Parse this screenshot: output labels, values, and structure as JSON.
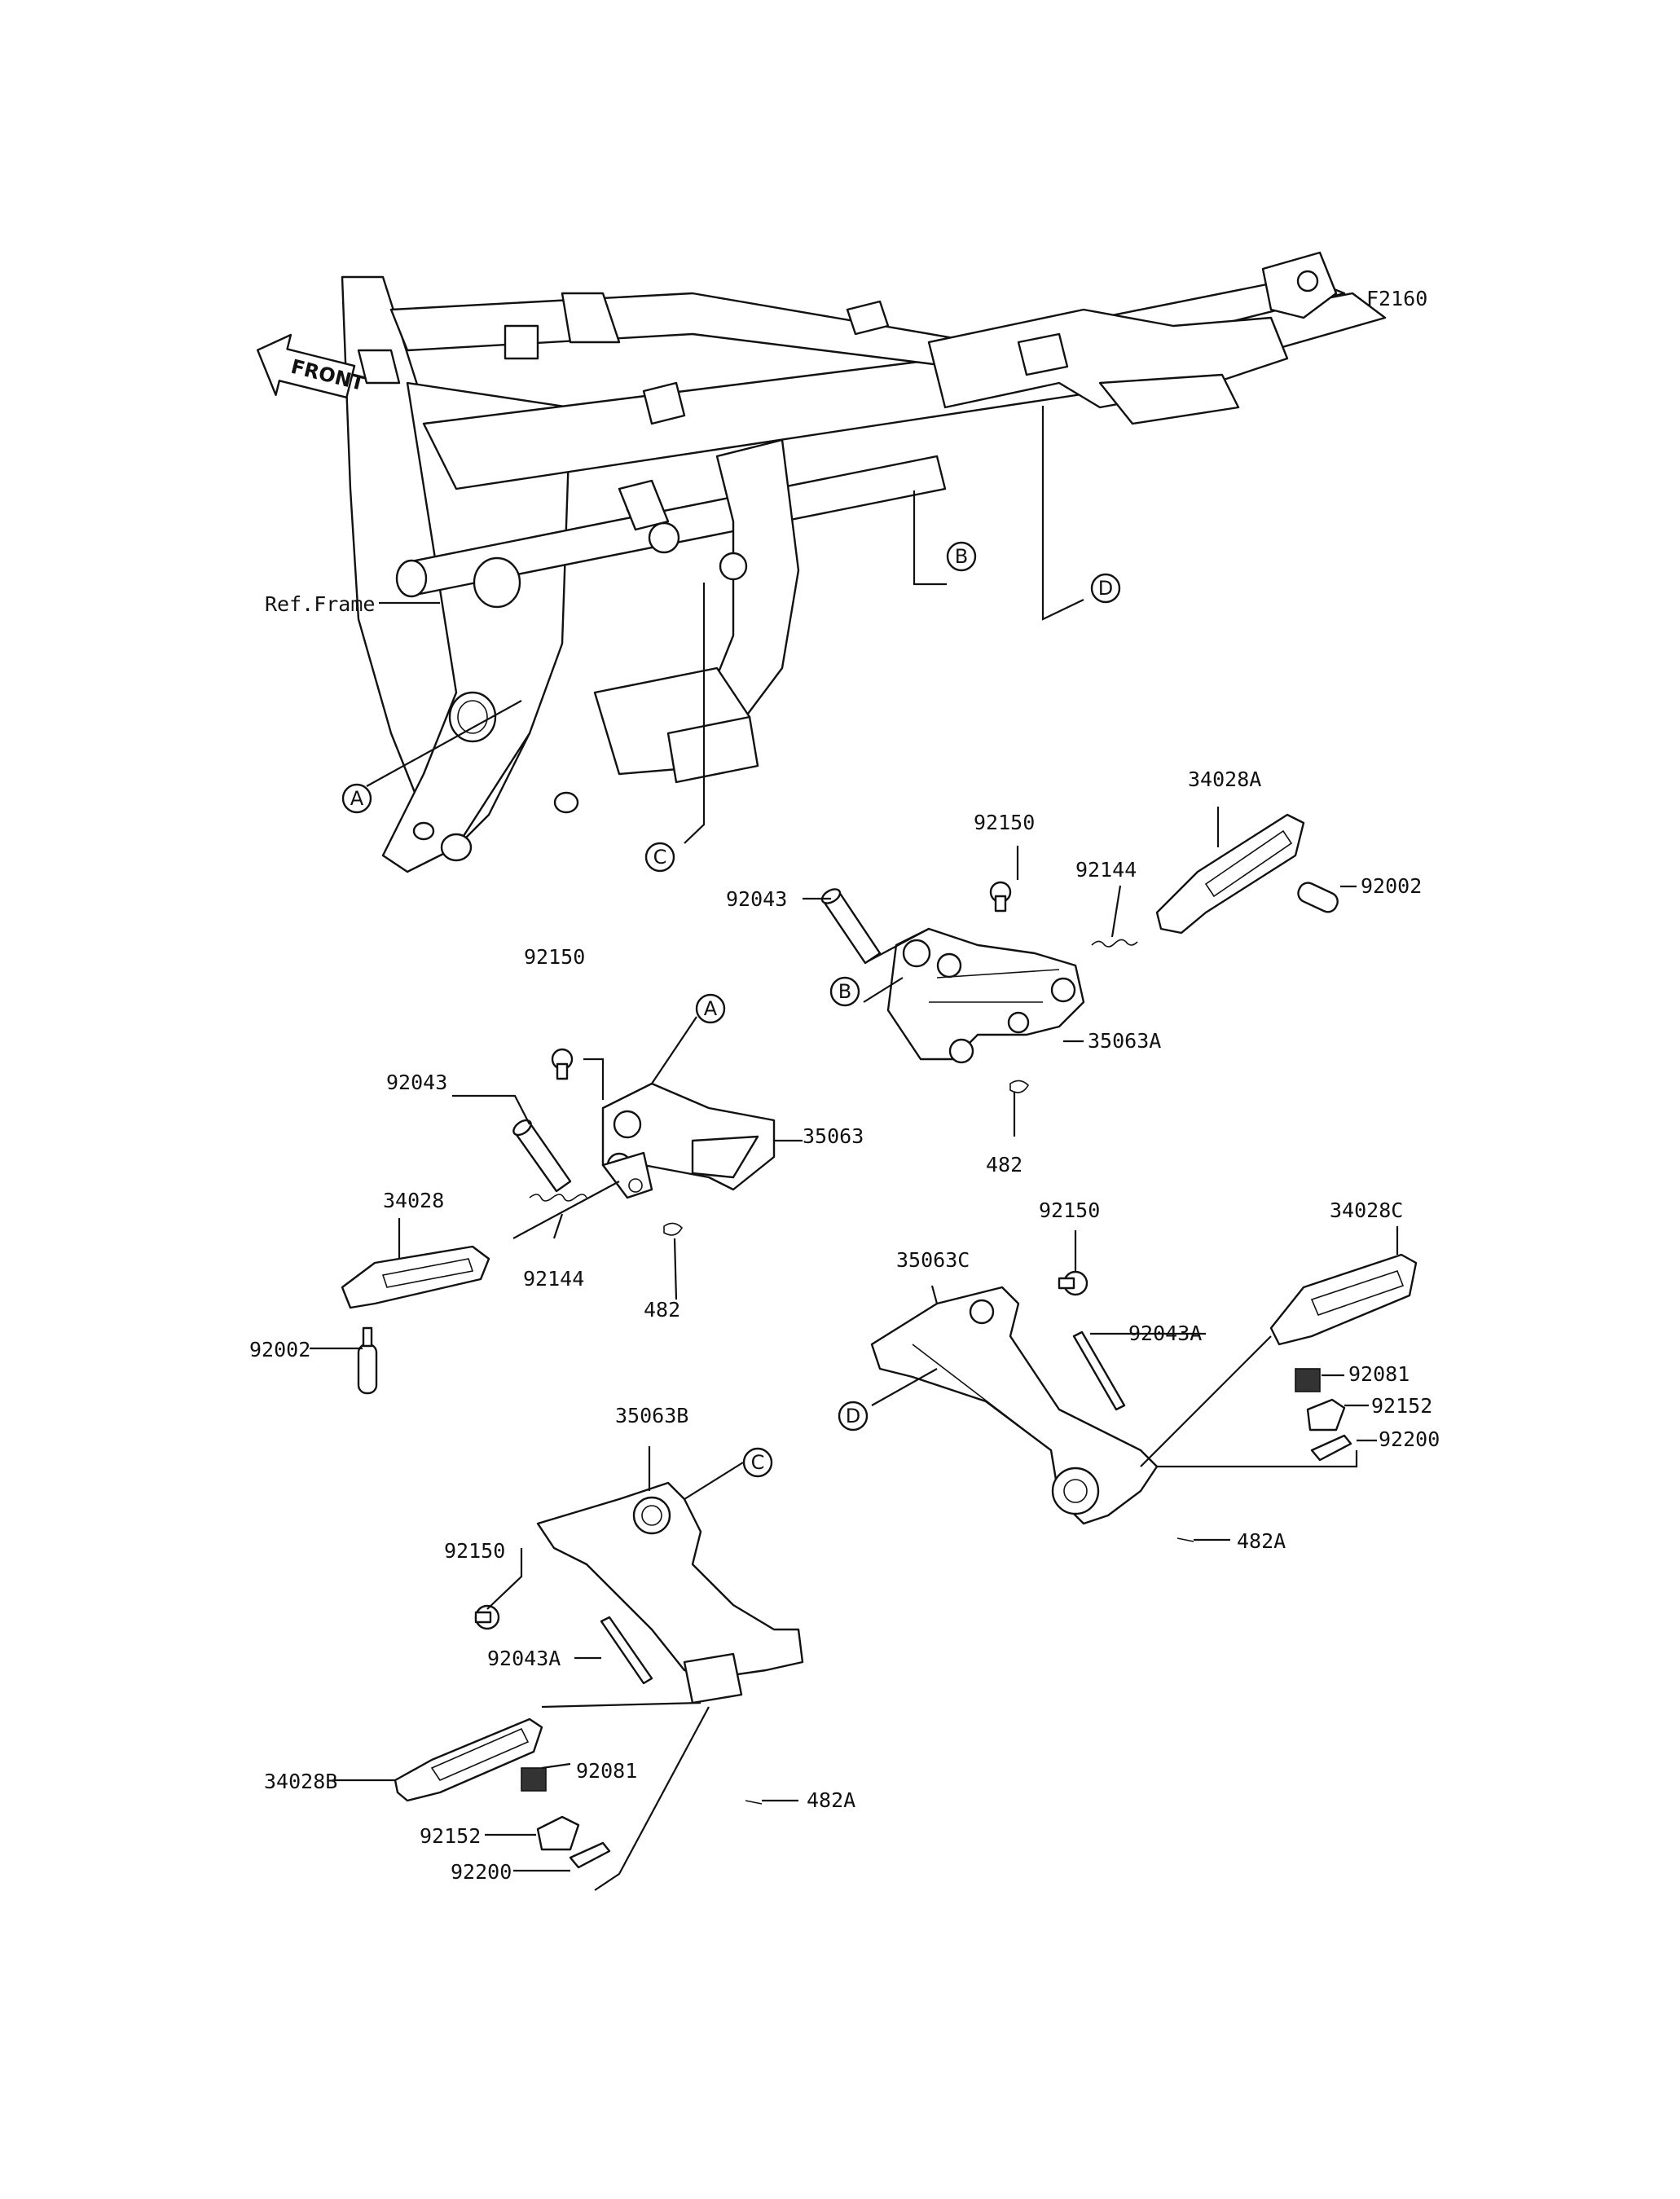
{
  "figure_code": "F2160",
  "front_arrow_label": "FRONT",
  "ref_frame_label": "Ref.Frame",
  "callouts": {
    "a": "A",
    "b": "B",
    "c": "C",
    "d": "D"
  },
  "parts": {
    "rider_left": {
      "bolt": "92150",
      "pin": "92043",
      "bracket": "35063",
      "spring": "92144",
      "clip": "482",
      "footpeg": "34028",
      "peg_bolt": "92002"
    },
    "rider_right": {
      "bolt": "92150",
      "pin": "92043",
      "bracket": "35063A",
      "spring": "92144",
      "clip": "482",
      "footpeg": "34028A",
      "peg_bolt": "92002"
    },
    "passenger_left": {
      "bracket": "35063B",
      "bolt": "92150",
      "pin": "92043A",
      "footpeg": "34028B",
      "spring": "92081",
      "holder": "92152",
      "ball": "92200",
      "clip": "482A"
    },
    "passenger_right": {
      "bracket": "35063C",
      "bolt": "92150",
      "pin": "92043A",
      "footpeg": "34028C",
      "spring": "92081",
      "holder": "92152",
      "ball": "92200",
      "clip": "482A"
    }
  }
}
